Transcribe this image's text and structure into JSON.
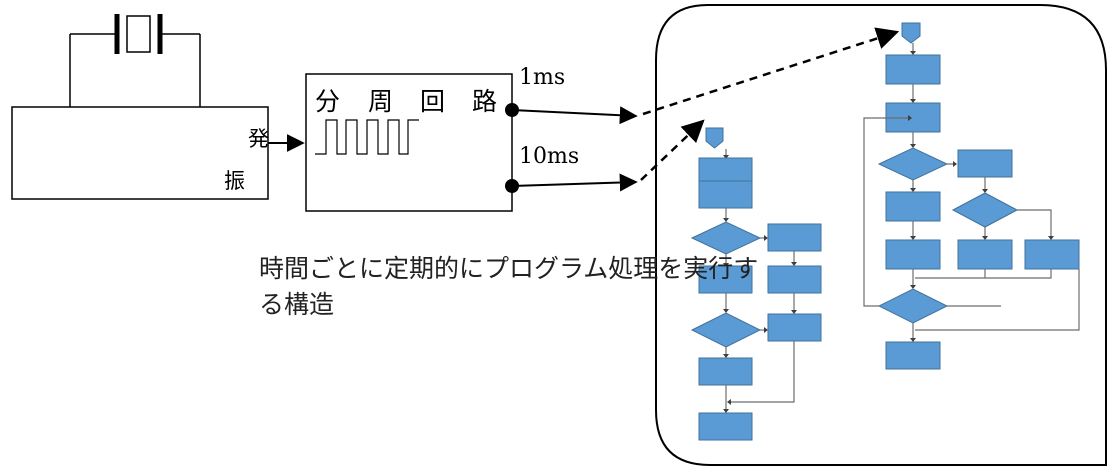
{
  "oscillator": {
    "label_line1": "発",
    "label_line2": "振"
  },
  "divider": {
    "title_chars": [
      "分",
      "周",
      "回",
      "路"
    ],
    "output_1ms": "1ms",
    "output_10ms": "10ms"
  },
  "caption": {
    "line1": "時間ごとに定期的にプログラム処理を実行す",
    "line2": "る構造"
  },
  "colors": {
    "process_box": "#5b9bd5",
    "process_box_border": "#41719c",
    "flow_line": "#6d6d6d",
    "diagram_line": "#000000"
  }
}
